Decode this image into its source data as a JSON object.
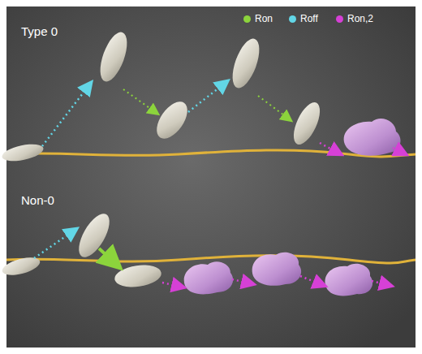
{
  "diagram": {
    "labels": [
      "Type 0",
      "Non-0"
    ],
    "legend": [
      {
        "text": "Ron",
        "color": "#8cd43c"
      },
      {
        "text": "Roff",
        "color": "#62d6e6"
      },
      {
        "text": "Ron,2",
        "color": "#d640d6"
      }
    ]
  }
}
